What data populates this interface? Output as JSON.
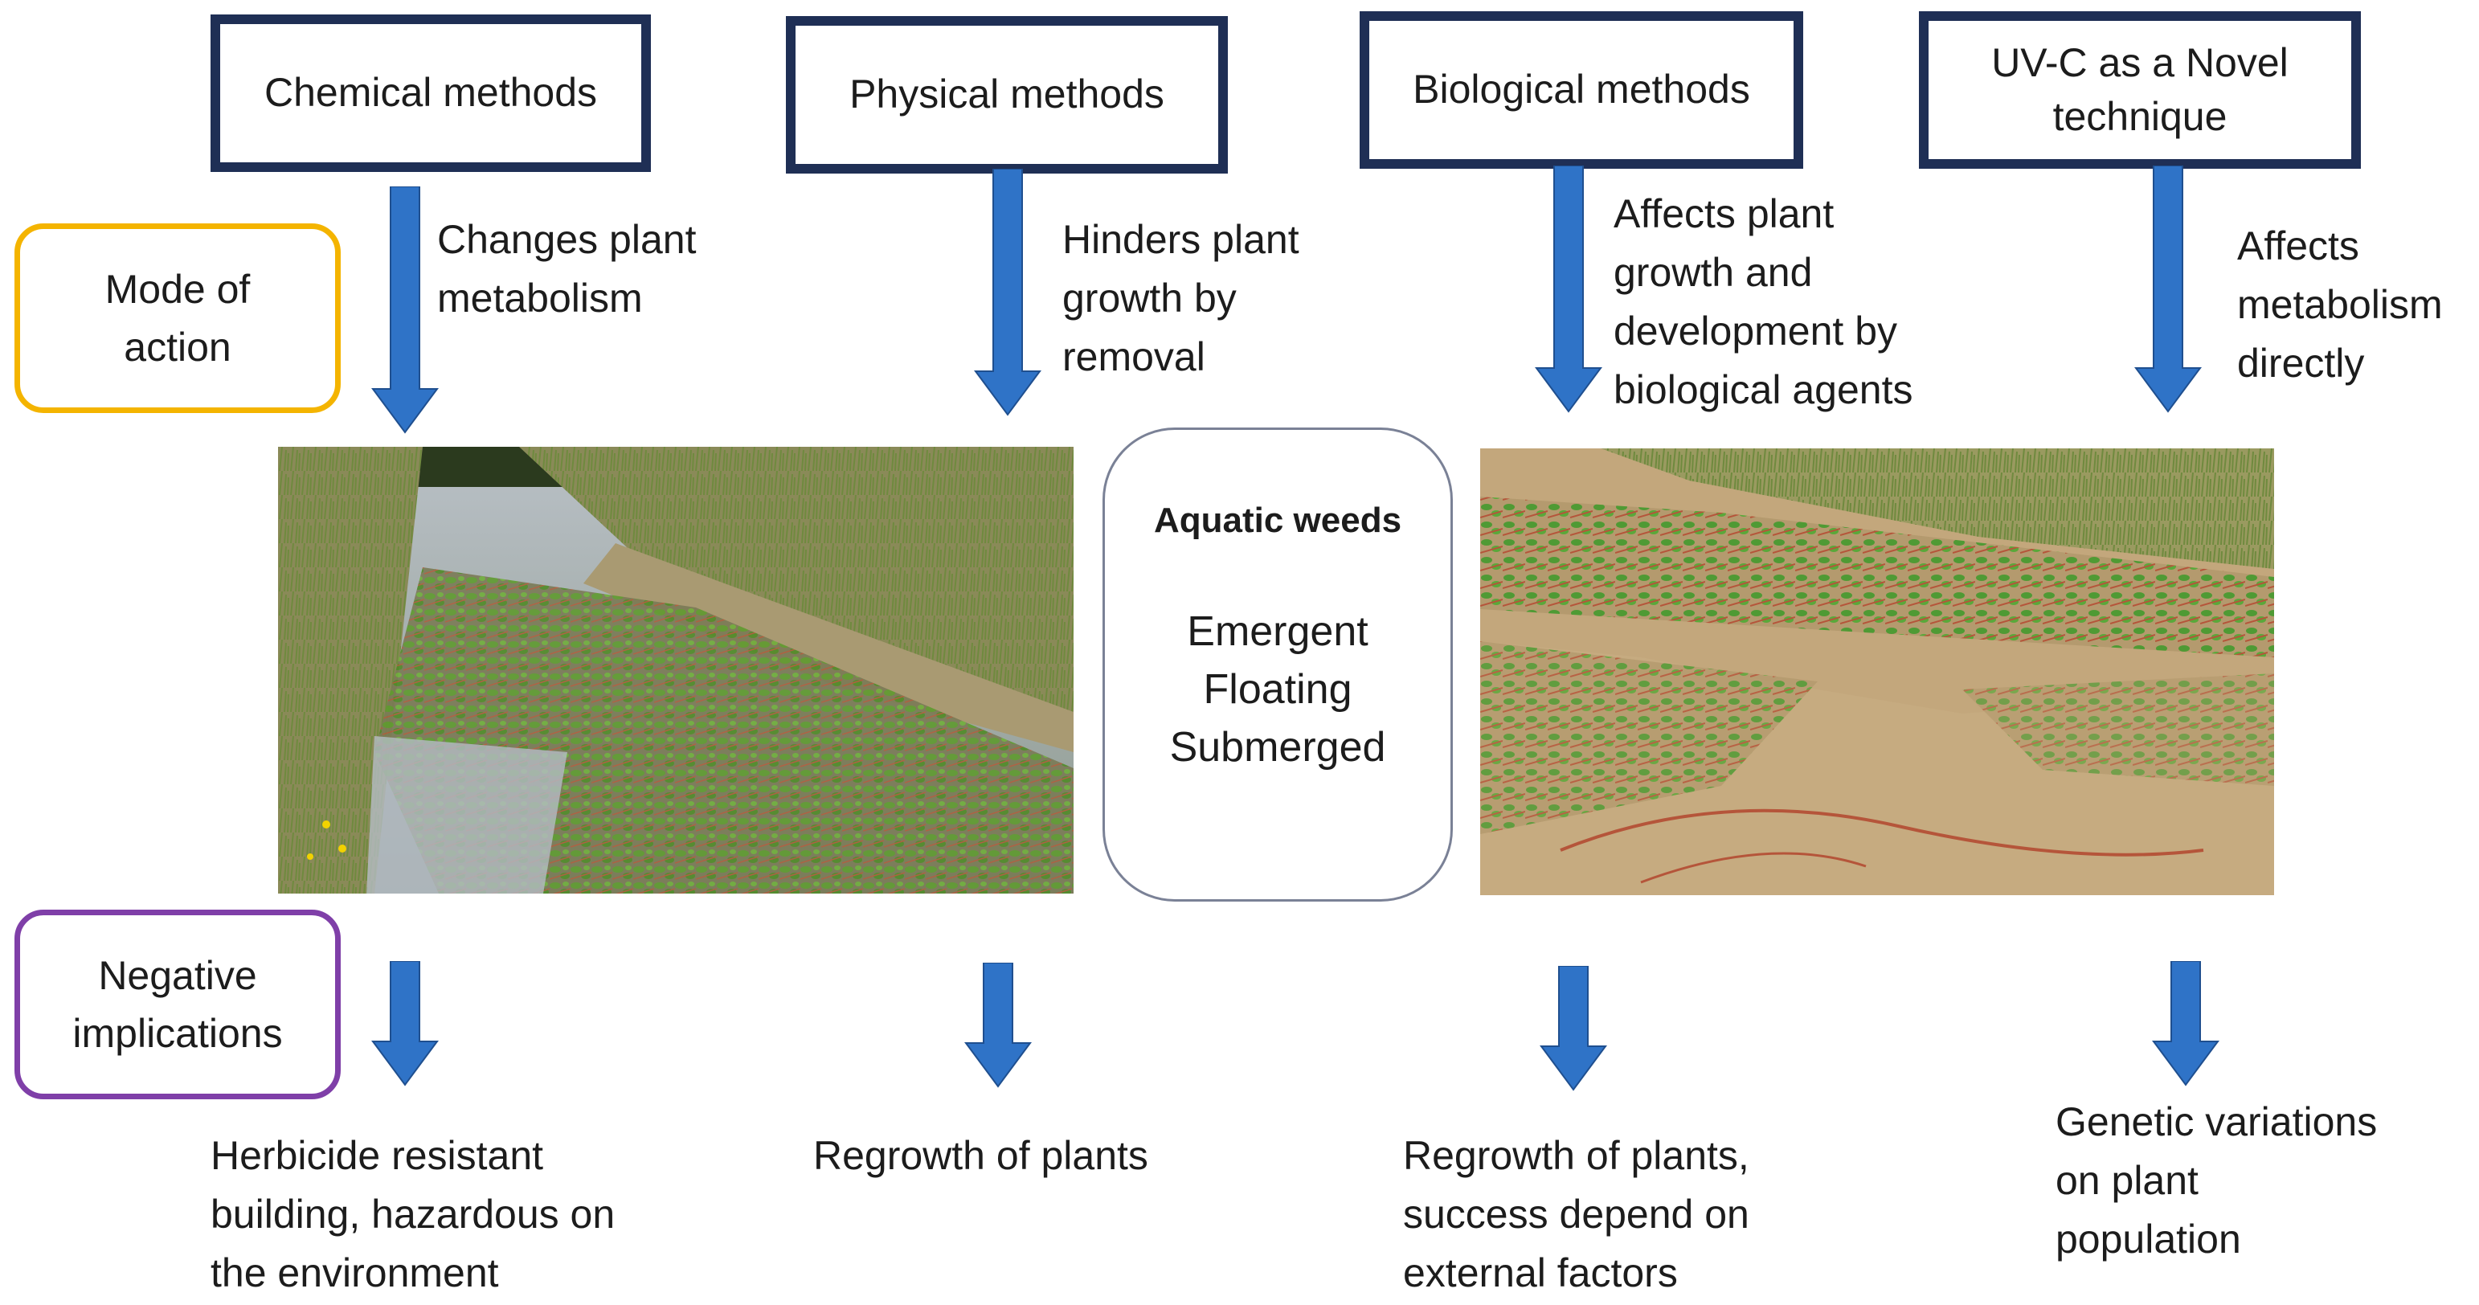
{
  "methods": [
    {
      "label": "Chemical methods",
      "mode_of_action": [
        "Changes plant",
        "metabolism"
      ],
      "implication": [
        "Herbicide resistant",
        "building, hazardous on",
        "the environment"
      ]
    },
    {
      "label": "Physical methods",
      "mode_of_action": [
        "Hinders plant",
        "growth by",
        "removal"
      ],
      "implication": [
        "Regrowth of plants"
      ]
    },
    {
      "label": "Biological methods",
      "mode_of_action": [
        "Affects plant",
        "growth and",
        "development by",
        "biological agents"
      ],
      "implication": [
        "Regrowth of plants,",
        "success depend on",
        "external factors"
      ]
    },
    {
      "label": [
        "UV-C as a Novel",
        "technique"
      ],
      "mode_of_action": [
        "Affects",
        "metabolism",
        "directly"
      ],
      "implication": [
        "Genetic variations",
        "on plant",
        "population"
      ]
    }
  ],
  "side_labels": {
    "mode_of_action": [
      "Mode of",
      "action"
    ],
    "negative_implications": [
      "Negative",
      "implications"
    ]
  },
  "center": {
    "title": "Aquatic weeds",
    "types": [
      "Emergent",
      "Floating",
      "Submerged"
    ]
  },
  "colors": {
    "box_border": "#1f2f55",
    "arrow": "#2f73c7",
    "mode_border": "#f4b400",
    "negative_border": "#7f3fa8",
    "center_border": "#7a8196"
  },
  "icons": {
    "arrow": "down-arrow-icon"
  },
  "photos": [
    "aquatic-weeds-photo-left",
    "aquatic-weeds-photo-right"
  ]
}
